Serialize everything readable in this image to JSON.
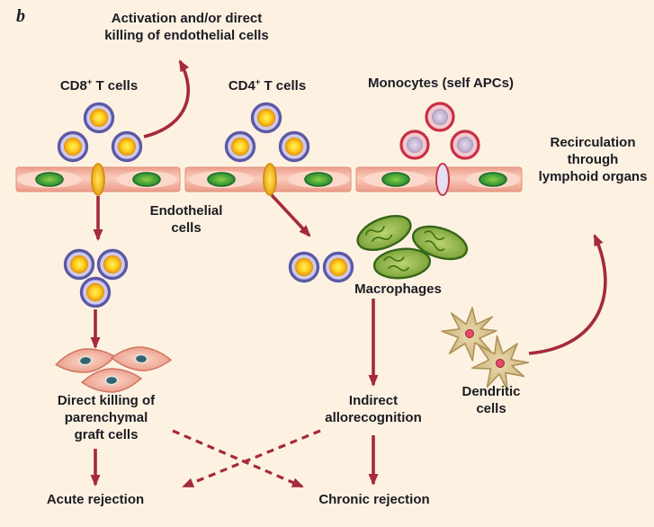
{
  "figure": {
    "panel_label": "b",
    "top_caption": "Activation and/or direct killing of endothelial cells",
    "cell_groups": {
      "cd8": {
        "pre": "CD8",
        "sup": "+",
        "post": " T cells"
      },
      "cd4": {
        "pre": "CD4",
        "sup": "+",
        "post": " T cells"
      },
      "monocytes": "Monocytes (self APCs)"
    },
    "labels": {
      "endothelial": "Endothelial cells",
      "recirculation": "Recirculation through lymphoid organs",
      "macrophages": "Macrophages",
      "dendritic": "Dendritic cells",
      "direct_killing": "Direct killing of parenchymal graft cells",
      "indirect": "Indirect allorecognition",
      "acute": "Acute rejection",
      "chronic": "Chronic rejection"
    },
    "colors": {
      "background": "#fdf2e1",
      "text": "#1b1b24",
      "arrow": "#a52a3a"
    }
  }
}
